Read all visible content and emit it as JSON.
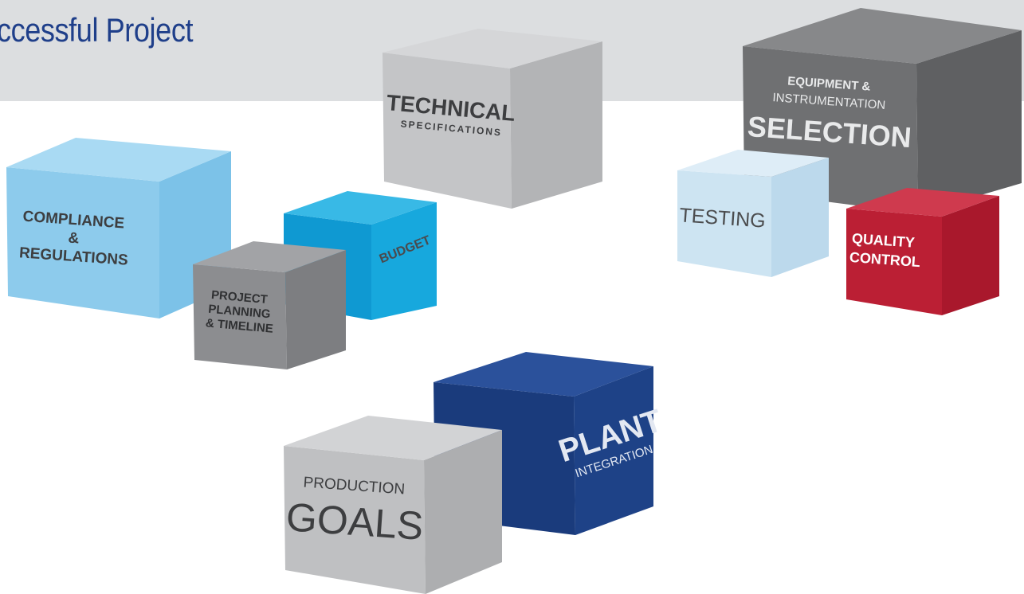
{
  "title": "ccessful Project",
  "colors": {
    "header_band": "#dcdee0",
    "title": "#1f3f8a",
    "light_blue": "#8dcbec",
    "bright_blue": "#17a8dd",
    "navy": "#1e4287",
    "red": "#bb1f34",
    "pale_blue": "#cde4f2",
    "light_gray": "#c4c5c7",
    "mid_gray": "#8c8d90",
    "dark_gray": "#6f7072"
  },
  "boxes": {
    "compliance": {
      "line1": "COMPLIANCE",
      "line2": "&",
      "line3": "REGULATIONS"
    },
    "planning": {
      "line1": "PROJECT",
      "line2": "PLANNING",
      "line3": "& TIMELINE"
    },
    "budget": {
      "label": "BUDGET"
    },
    "technical": {
      "line1": "TECHNICAL",
      "line2": "SPECIFICATIONS"
    },
    "equipment": {
      "line1": "EQUIPMENT &",
      "line2": "INSTRUMENTATION",
      "line3": "SELECTION"
    },
    "testing": {
      "label": "TESTING"
    },
    "quality": {
      "line1": "QUALITY",
      "line2": "CONTROL"
    },
    "plant": {
      "line1": "PLANT",
      "line2": "INTEGRATION"
    },
    "production": {
      "line1": "PRODUCTION",
      "line2": "GOALS"
    }
  }
}
